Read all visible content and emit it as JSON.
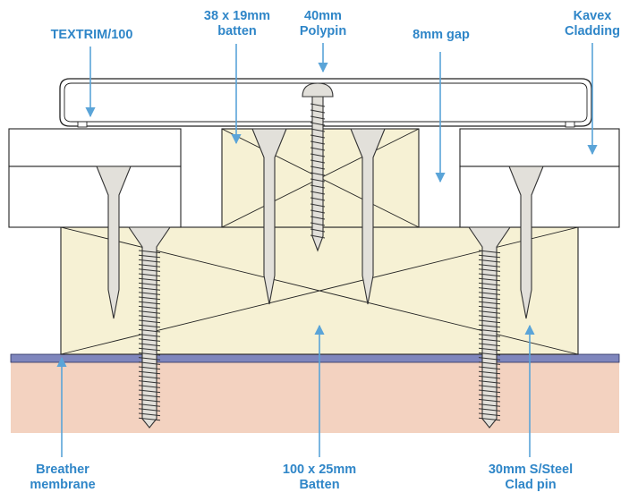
{
  "labels": {
    "textrim": {
      "lines": [
        "TEXTRIM/100"
      ]
    },
    "batten_38": {
      "lines": [
        "38 x 19mm",
        "batten"
      ]
    },
    "polypin": {
      "lines": [
        "40mm",
        "Polypin"
      ]
    },
    "gap": {
      "lines": [
        "8mm gap"
      ]
    },
    "kavex": {
      "lines": [
        "Kavex",
        "Cladding"
      ]
    },
    "breather": {
      "lines": [
        "Breather",
        "membrane"
      ]
    },
    "batten_100": {
      "lines": [
        "100 x 25mm",
        "Batten"
      ]
    },
    "clad_pin": {
      "lines": [
        "30mm S/Steel",
        "Clad pin"
      ]
    }
  },
  "colors": {
    "label_text": "#2f86c8",
    "leader_arrow": "#5aa4d8",
    "batten_fill": "#f6f1d4",
    "membrane": "#7f86bd",
    "substrate": "#f3d2c0",
    "pin_fill": "#e2e0da",
    "outline": "#222222"
  }
}
